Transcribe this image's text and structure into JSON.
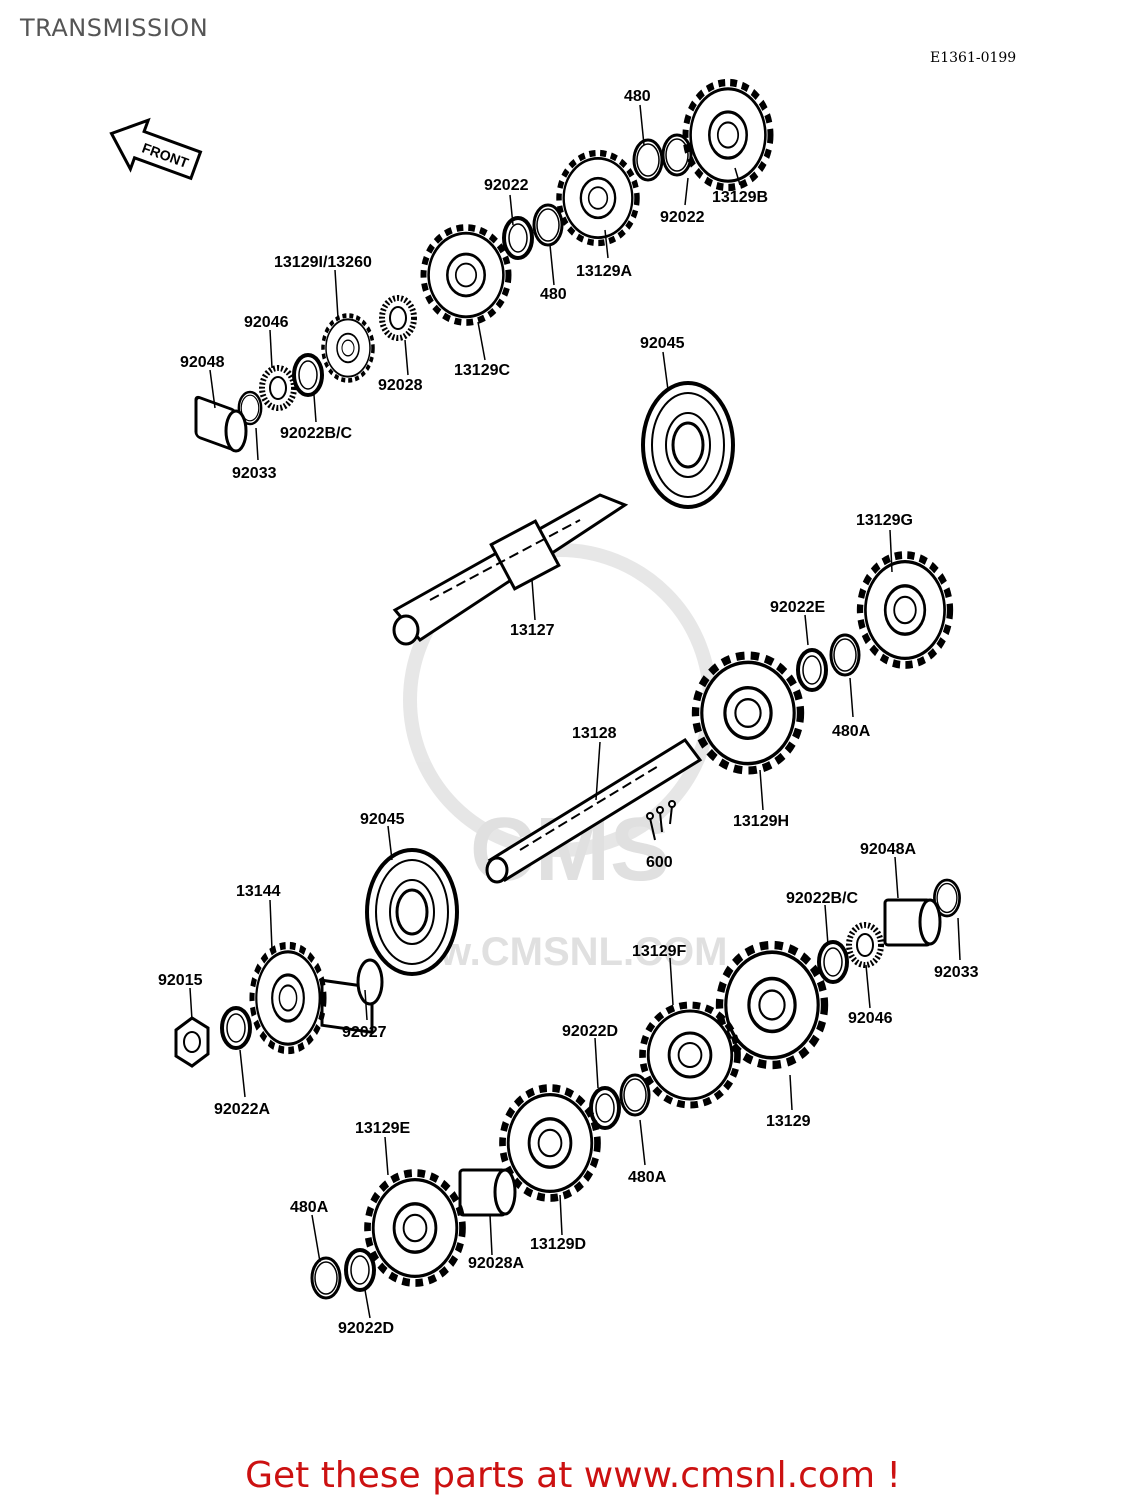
{
  "page": {
    "title": "TRANSMISSION",
    "diagram_code": "E1361-0199",
    "promo_text": "Get these parts at www.cmsnl.com !"
  },
  "front_arrow": {
    "label": "FRONT"
  },
  "watermark": {
    "brand": "CMS",
    "url": "w.CMSNL.COM"
  },
  "labels": {
    "l480_top": "480",
    "l92022_top": "92022",
    "l92022_right": "92022",
    "l13129B": "13129B",
    "l480_mid": "480",
    "l13129A": "13129A",
    "l13129I": "13129I/13260",
    "l92046_top": "92046",
    "l92048": "92048",
    "l92028": "92028",
    "l13129C": "13129C",
    "l92022BC_top": "92022B/C",
    "l92033_top": "92033",
    "l92045_top": "92045",
    "l13127": "13127",
    "l13129G": "13129G",
    "l92022E": "92022E",
    "l480A_right": "480A",
    "l13128": "13128",
    "l13129H": "13129H",
    "l600": "600",
    "l92045_mid": "92045",
    "l92048A": "92048A",
    "l13144": "13144",
    "l92022BC_mid": "92022B/C",
    "l92033_mid": "92033",
    "l13129F": "13129F",
    "l92015": "92015",
    "l92027": "92027",
    "l92046_mid": "92046",
    "l92022D_mid": "92022D",
    "l92022A": "92022A",
    "l13129": "13129",
    "l480A_mid": "480A",
    "l13129E": "13129E",
    "l13129D": "13129D",
    "l480A_low": "480A",
    "l92028A": "92028A",
    "l92022D_low": "92022D"
  }
}
